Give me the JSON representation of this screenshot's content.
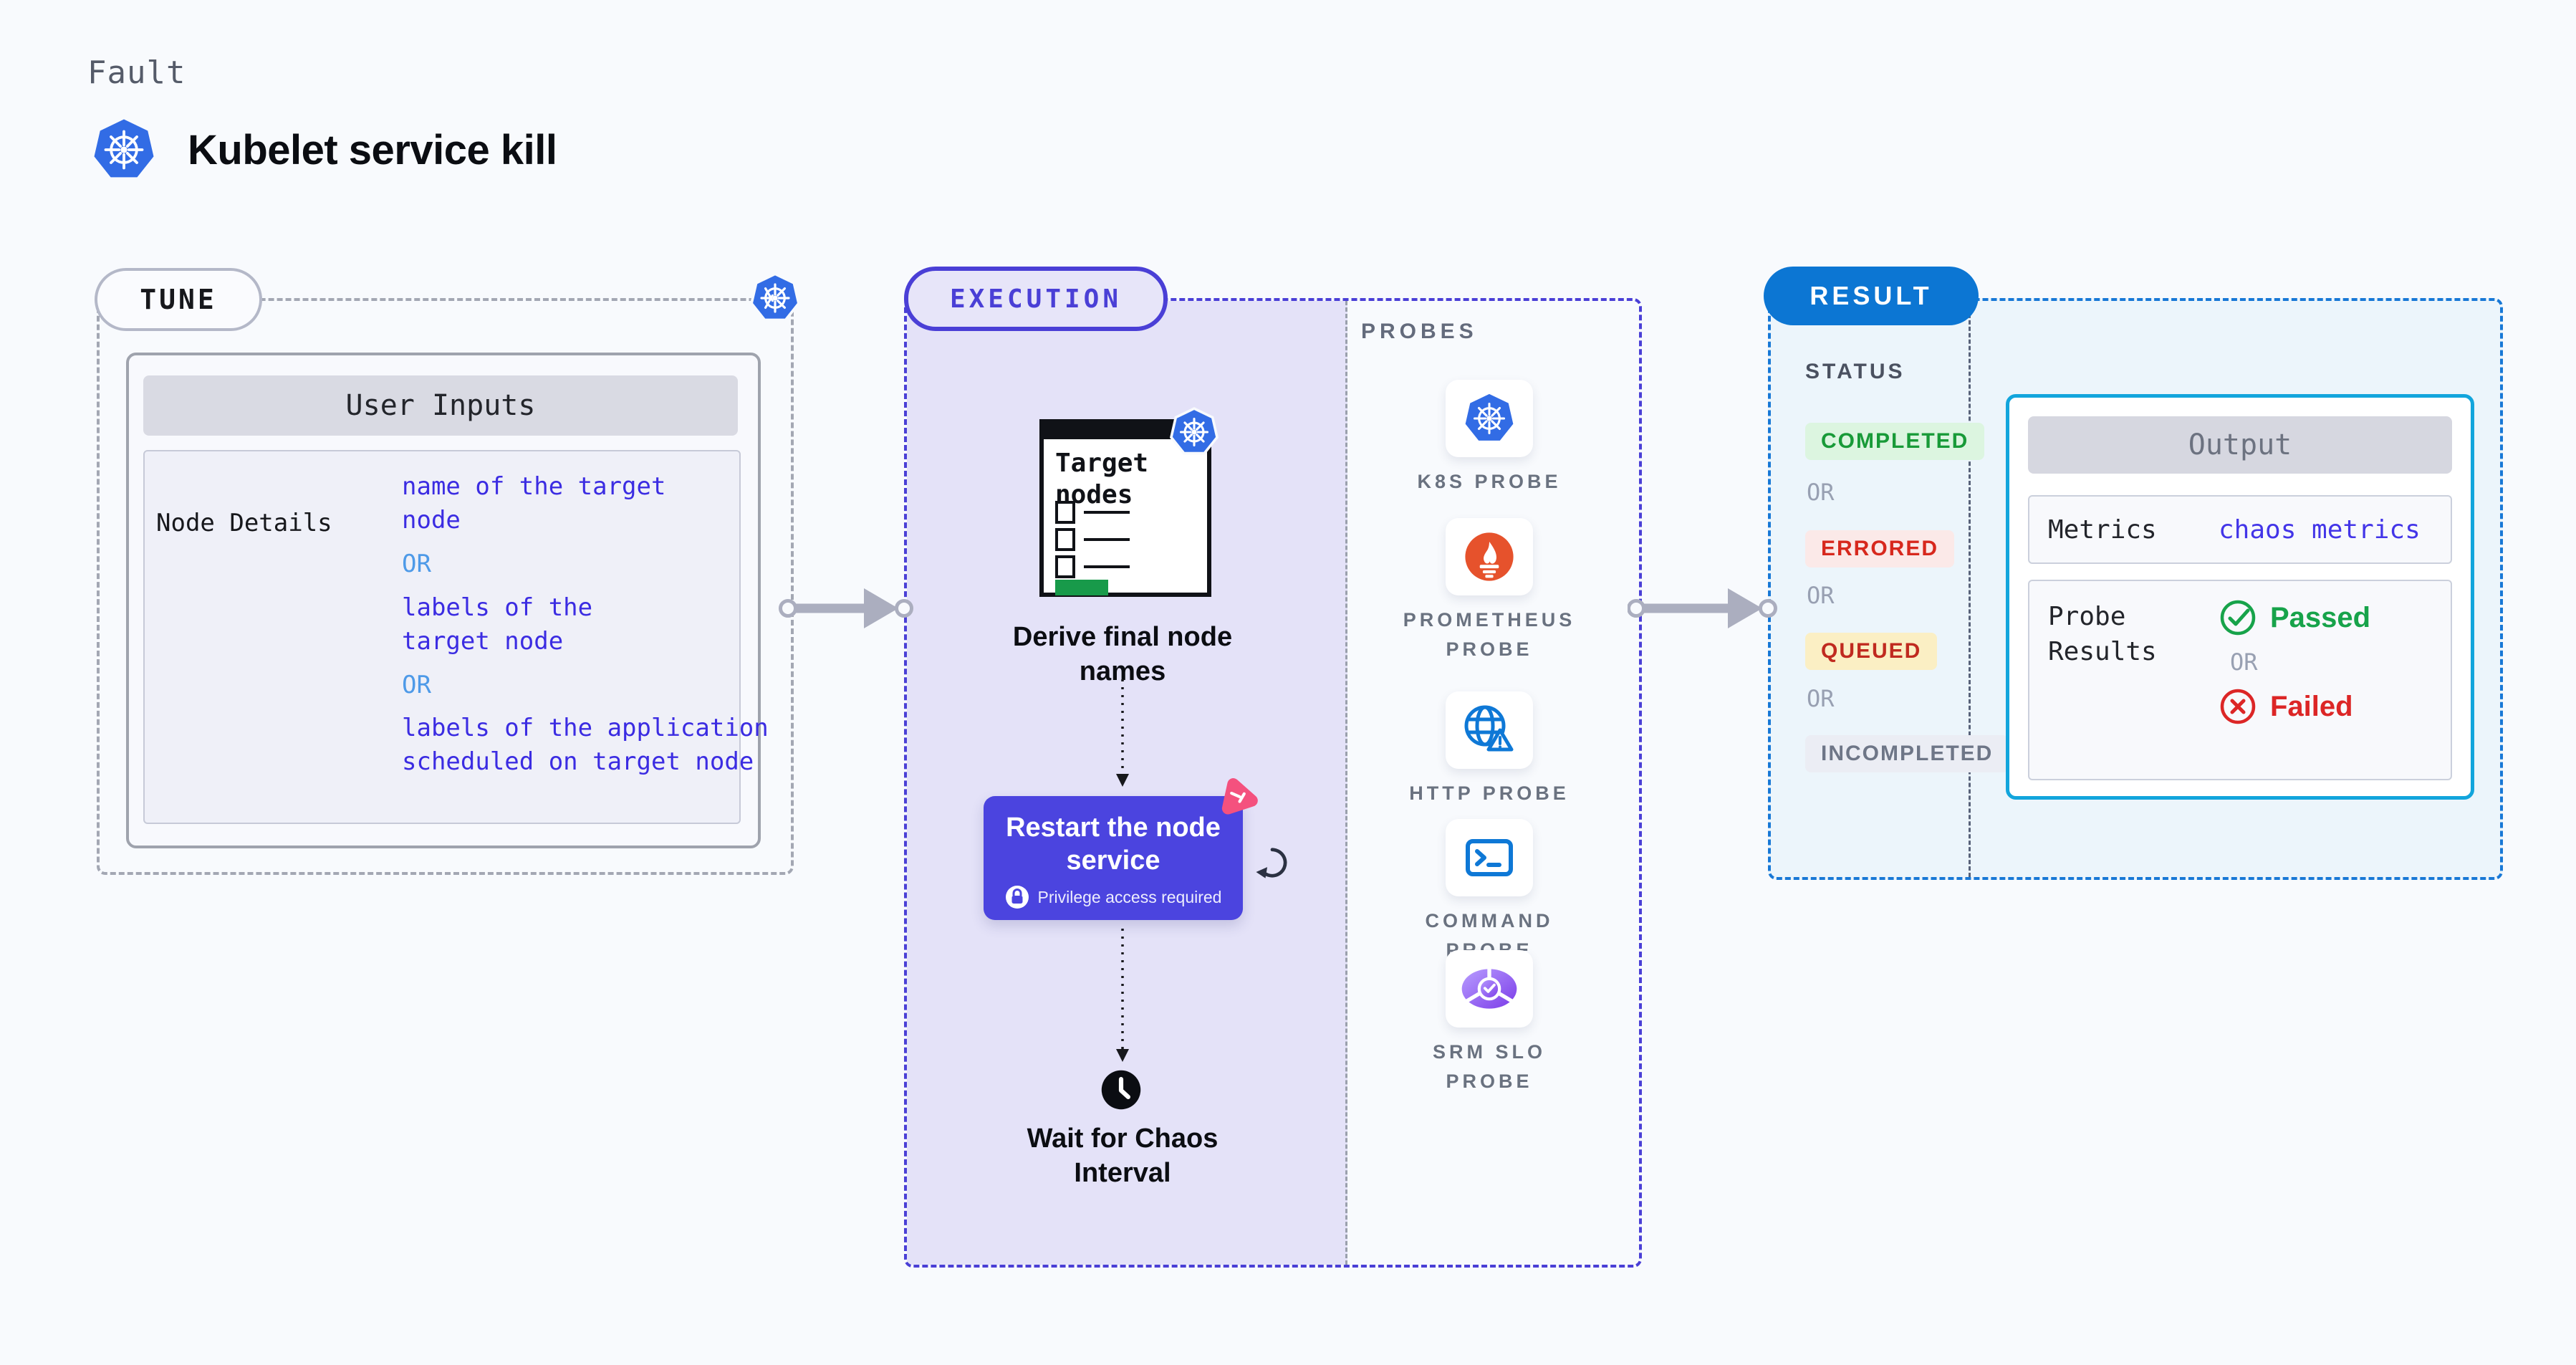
{
  "header": {
    "kicker": "Fault",
    "title": "Kubelet service kill",
    "logo_icon": "kubernetes-icon"
  },
  "tune": {
    "label": "TUNE",
    "corner_icon": "kubernetes-icon",
    "user_inputs": {
      "header": "User Inputs",
      "row_label": "Node Details",
      "options": [
        {
          "kind": "value",
          "text": "name of the target node"
        },
        {
          "kind": "or",
          "text": "OR"
        },
        {
          "kind": "value",
          "text": "labels of the target node"
        },
        {
          "kind": "or",
          "text": "OR"
        },
        {
          "kind": "value",
          "text": "labels of the application scheduled on target node"
        }
      ]
    }
  },
  "execution": {
    "label": "EXECUTION",
    "target_nodes": {
      "title": "Target nodes",
      "icon": "kubernetes-icon"
    },
    "derive_step": "Derive final node names",
    "restart_step": {
      "title": "Restart the node service",
      "badge": "Privilege access required",
      "badge_icon": "lock-icon",
      "corner_icon": "litmus-chaos-icon",
      "loop_icon": "refresh-icon"
    },
    "wait_step": {
      "title": "Wait for Chaos Interval",
      "icon": "clock-icon"
    }
  },
  "probes": {
    "label": "PROBES",
    "items": [
      {
        "label": "K8S PROBE",
        "icon": "kubernetes-icon"
      },
      {
        "label": "PROMETHEUS PROBE",
        "icon": "prometheus-icon"
      },
      {
        "label": "HTTP PROBE",
        "icon": "globe-warning-icon"
      },
      {
        "label": "COMMAND PROBE",
        "icon": "terminal-icon"
      },
      {
        "label": "SRM SLO PROBE",
        "icon": "slo-gauge-icon"
      }
    ]
  },
  "result": {
    "label": "RESULT",
    "status": {
      "heading": "STATUS",
      "or": "OR",
      "badges": [
        {
          "label": "COMPLETED",
          "color": "#189A38",
          "bg": "#DCF5E0"
        },
        {
          "label": "ERRORED",
          "color": "#D7281D",
          "bg": "#FBE9E8"
        },
        {
          "label": "QUEUED",
          "color": "#C02A1F",
          "bg": "#FBEFC4"
        },
        {
          "label": "INCOMPLETED",
          "color": "#6E7687",
          "bg": "#EBEDF4"
        }
      ]
    },
    "output": {
      "header": "Output",
      "metrics_label": "Metrics",
      "metrics_value": "chaos metrics",
      "probe_results_label": "Probe Results",
      "passed": "Passed",
      "or": "OR",
      "failed": "Failed",
      "passed_icon": "check-circle-icon",
      "failed_icon": "x-circle-icon"
    }
  },
  "colors": {
    "page_bg": "#F8FAFD",
    "kubernetes_blue": "#326CE5",
    "tune_border_gray": "#A3A7B3",
    "execution_accent": "#4A3FD6",
    "execution_panel_bg": "#E4E2F8",
    "restart_card_bg": "#4B44DF",
    "litmus_pink": "#F4517E",
    "result_accent": "#0C76D3",
    "result_panel_bg": "#ECF5FB",
    "output_border_cyan": "#12A5DC",
    "option_text_blue": "#3B2CE2",
    "option_or_blue": "#4E9AE8",
    "passed_green": "#17A34A",
    "failed_red": "#DC2626",
    "prometheus_orange": "#E6522C",
    "http_blue": "#0E78D6",
    "srm_purple": "#7B3BE8",
    "arrow_gray": "#ABAEBF",
    "probe_label_gray": "#6A7280"
  }
}
